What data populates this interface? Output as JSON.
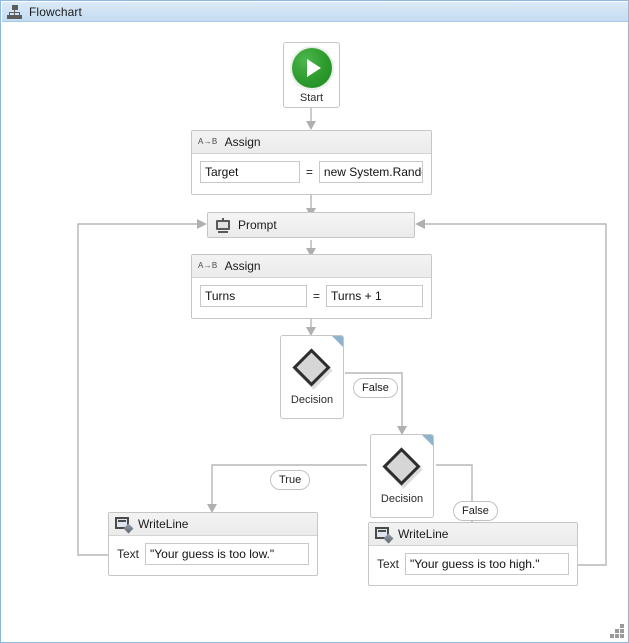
{
  "window": {
    "title": "Flowchart",
    "icon": "flowchart-icon",
    "resize_grip": "resize-grip"
  },
  "nodes": {
    "start": {
      "label": "Start",
      "icon": "play-icon"
    },
    "assign_target": {
      "title": "Assign",
      "icon": "assign-icon",
      "icon_text": "A→B",
      "to_value": "Target",
      "operator": "=",
      "value": "new System.Randor"
    },
    "prompt": {
      "label": "Prompt",
      "icon": "monitor-icon"
    },
    "assign_turns": {
      "title": "Assign",
      "icon": "assign-icon",
      "icon_text": "A→B",
      "to_value": "Turns",
      "operator": "=",
      "value": "Turns + 1"
    },
    "decision_one": {
      "label": "Decision",
      "icon": "diamond-icon"
    },
    "decision_two": {
      "label": "Decision",
      "icon": "diamond-icon"
    },
    "writeline_low": {
      "title": "WriteLine",
      "icon": "console-icon",
      "field_label": "Text",
      "value": "\"Your guess is too low.\""
    },
    "writeline_high": {
      "title": "WriteLine",
      "icon": "console-icon",
      "field_label": "Text",
      "value": "\"Your guess is too high.\""
    }
  },
  "connector_labels": {
    "decision_one_false": "False",
    "decision_two_true": "True",
    "decision_two_false": "False"
  },
  "colors": {
    "window_border": "#8fb8dd",
    "titlebar_gradient_top": "#dbeaf7",
    "titlebar_gradient_bottom": "#c4dcf2",
    "start_green": "#2c9a2c",
    "connector_grey": "#b7b7b7",
    "node_border": "#c6c6c6",
    "decision_corner": "#8fb3cc"
  }
}
